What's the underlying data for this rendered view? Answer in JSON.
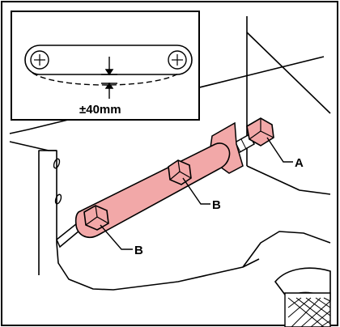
{
  "diagram": {
    "inset_dimension": "±40mm",
    "callouts": {
      "a": "A",
      "b_upper": "B",
      "b_lower": "B"
    },
    "colors": {
      "link_fill": "#f2a8a8",
      "outline": "#000000",
      "background": "#ffffff"
    }
  }
}
